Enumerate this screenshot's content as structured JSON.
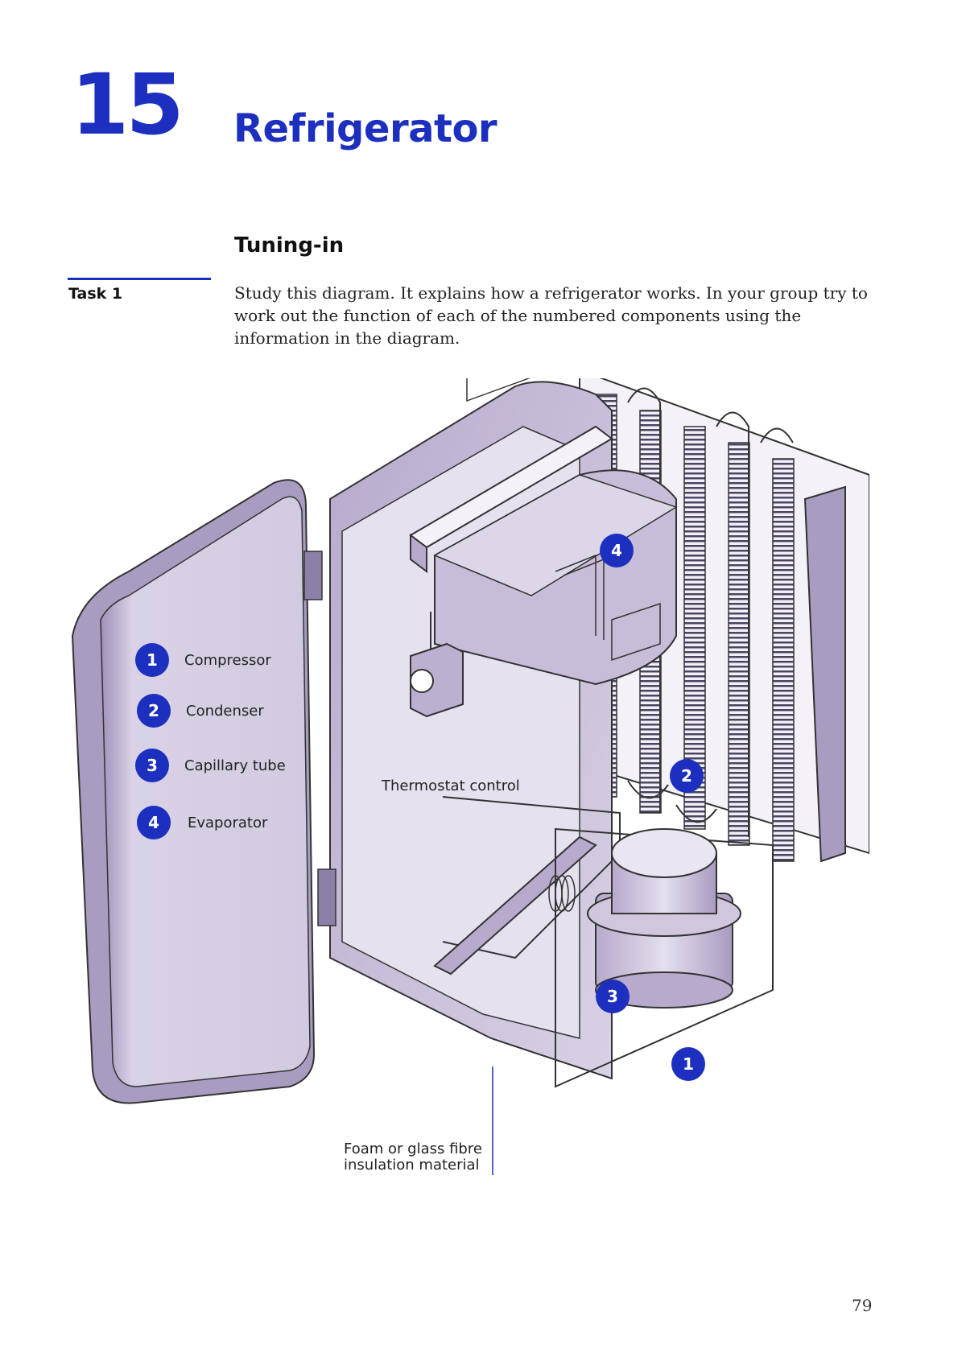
{
  "chapter": {
    "number": "15",
    "title": "Refrigerator"
  },
  "section": {
    "title": "Tuning-in"
  },
  "task": {
    "label": "Task 1",
    "text": "Study this diagram. It explains how a refrigerator works. In your group try to work out the function of each of the numbered components using the information in the diagram."
  },
  "diagram": {
    "legend": [
      {
        "number": "1",
        "label": "Compressor"
      },
      {
        "number": "2",
        "label": "Condenser"
      },
      {
        "number": "3",
        "label": "Capillary tube"
      },
      {
        "number": "4",
        "label": "Evaporator"
      }
    ],
    "labels": {
      "thermostat": "Thermostat control",
      "insulation_line1": "Foam or glass fibre",
      "insulation_line2": "insulation material"
    }
  },
  "colors": {
    "accent": "#1d2fbf",
    "body_fill": "#cdc4dc",
    "body_dark": "#a89cc0",
    "line": "#333333"
  },
  "page": {
    "number": "79"
  }
}
